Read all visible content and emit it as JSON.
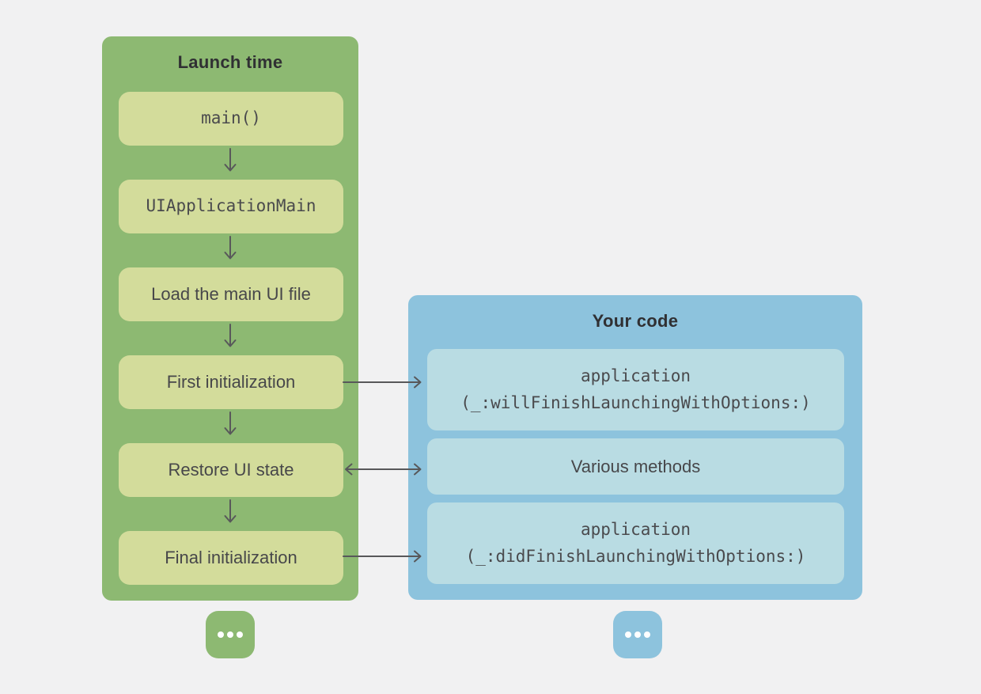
{
  "colors": {
    "page-bg": "#f1f1f2",
    "green-panel": "#8db972",
    "green-node": "#d3dc9b",
    "blue-panel": "#8dc3dd",
    "blue-node": "#b9dce3",
    "arrow": "#58585a",
    "title-text": "#303033",
    "label-text": "#47474a",
    "code-text": "#4a4a4d"
  },
  "launch": {
    "title": "Launch time",
    "steps": [
      {
        "label": "main()",
        "style": "code"
      },
      {
        "label": "UIApplicationMain",
        "style": "code"
      },
      {
        "label": "Load the main UI file",
        "style": "text"
      },
      {
        "label": "First initialization",
        "style": "text"
      },
      {
        "label": "Restore UI state",
        "style": "text"
      },
      {
        "label": "Final initialization",
        "style": "text"
      }
    ],
    "more_icon": "ellipsis-icon"
  },
  "your_code": {
    "title": "Your code",
    "steps": [
      {
        "line1": "application",
        "line2": "(_:willFinishLaunchingWithOptions:)",
        "style": "code"
      },
      {
        "label": "Various methods",
        "style": "text"
      },
      {
        "line1": "application",
        "line2": "(_:didFinishLaunchingWithOptions:)",
        "style": "code"
      }
    ],
    "more_icon": "ellipsis-icon"
  },
  "connectors": [
    {
      "from": "main()",
      "to": "UIApplicationMain",
      "type": "down-arrow"
    },
    {
      "from": "UIApplicationMain",
      "to": "Load the main UI file",
      "type": "down-arrow"
    },
    {
      "from": "Load the main UI file",
      "to": "First initialization",
      "type": "down-arrow"
    },
    {
      "from": "First initialization",
      "to": "Restore UI state",
      "type": "down-arrow"
    },
    {
      "from": "Restore UI state",
      "to": "Final initialization",
      "type": "down-arrow"
    },
    {
      "from": "First initialization",
      "to": "application(_:willFinishLaunchingWithOptions:)",
      "type": "right-arrow"
    },
    {
      "from": "Restore UI state",
      "to": "Various methods",
      "type": "double-arrow"
    },
    {
      "from": "Final initialization",
      "to": "application(_:didFinishLaunchingWithOptions:)",
      "type": "right-arrow"
    }
  ]
}
